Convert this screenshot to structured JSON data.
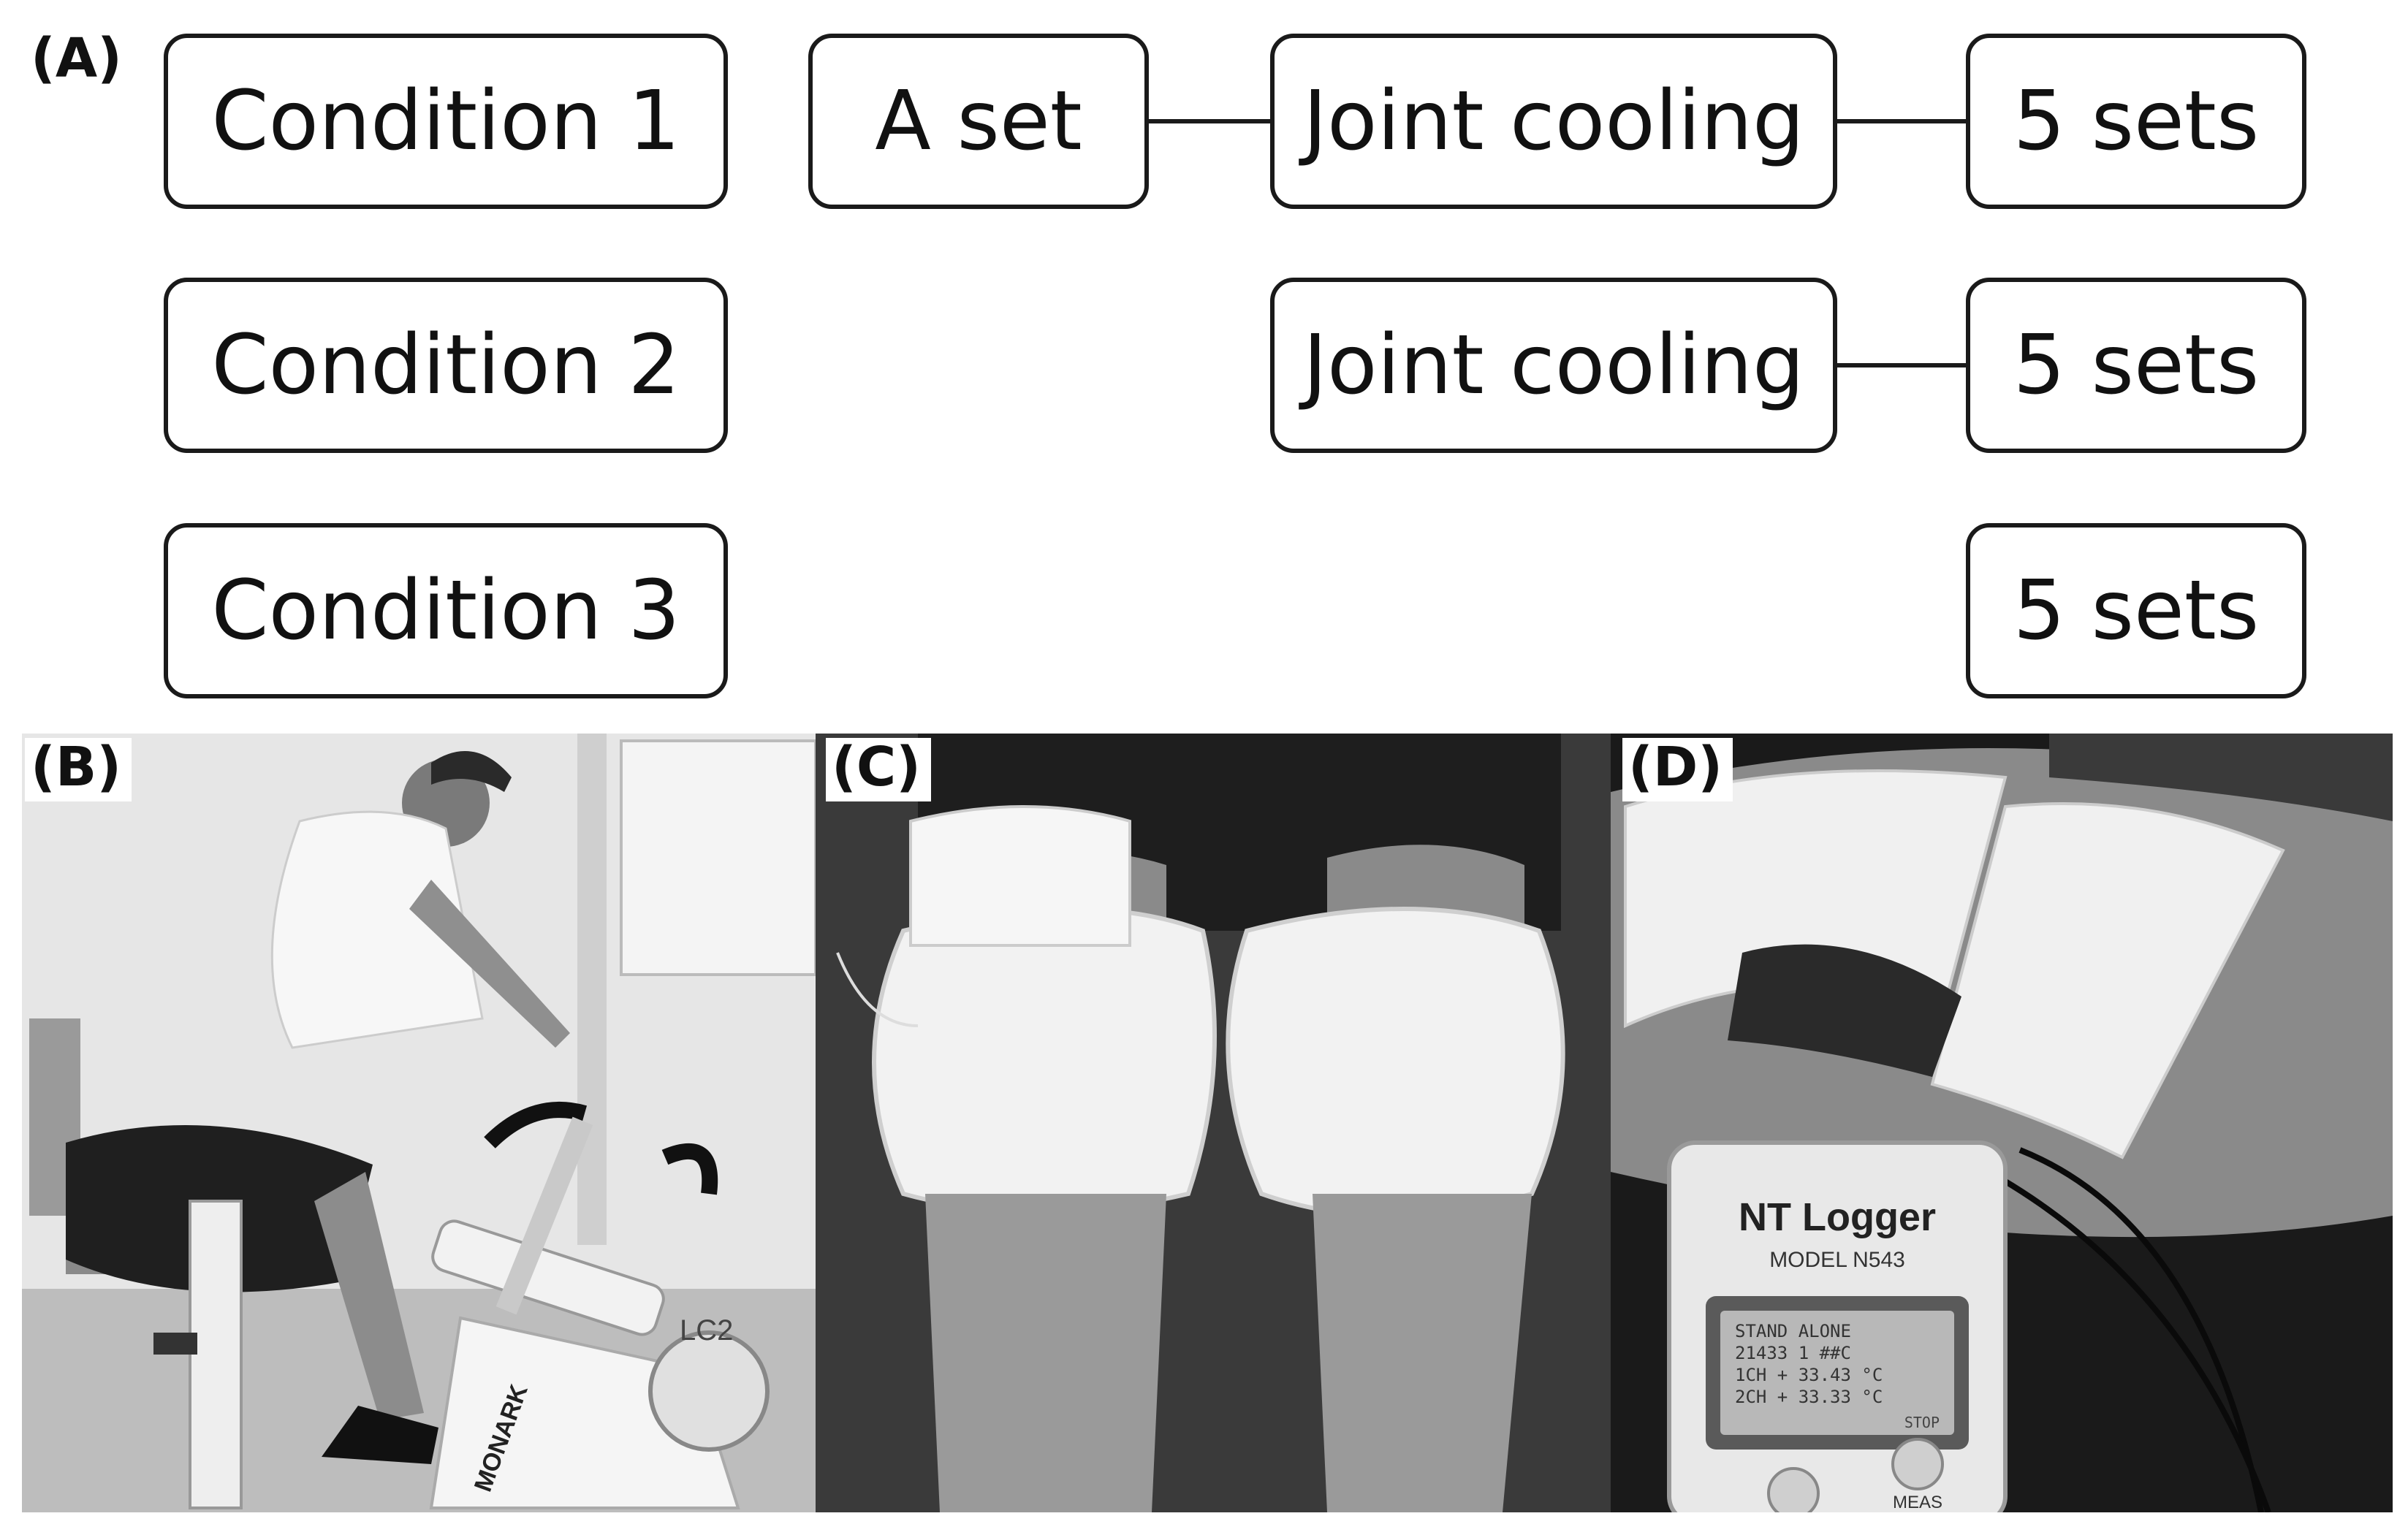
{
  "panels": {
    "a": "(A)",
    "b": "(B)",
    "c": "(C)",
    "d": "(D)"
  },
  "flow": {
    "condition_1": "Condition 1",
    "condition_2": "Condition 2",
    "condition_3": "Condition 3",
    "a_set": "A set",
    "joint_cooling": "Joint cooling",
    "five_sets": "5 sets"
  },
  "photo_text": {
    "bike_brand": "MONARK",
    "bike_model": "LC2",
    "logger_title": "NT Logger",
    "logger_model": "MODEL N543",
    "lcd_line_1": "STAND ALONE",
    "lcd_line_2": "21433   1 ##C",
    "lcd_line_3": "1CH + 33.43 °C",
    "lcd_line_4": "2CH + 33.33 °C",
    "lcd_stop": "STOP",
    "meas_button": "MEAS"
  }
}
